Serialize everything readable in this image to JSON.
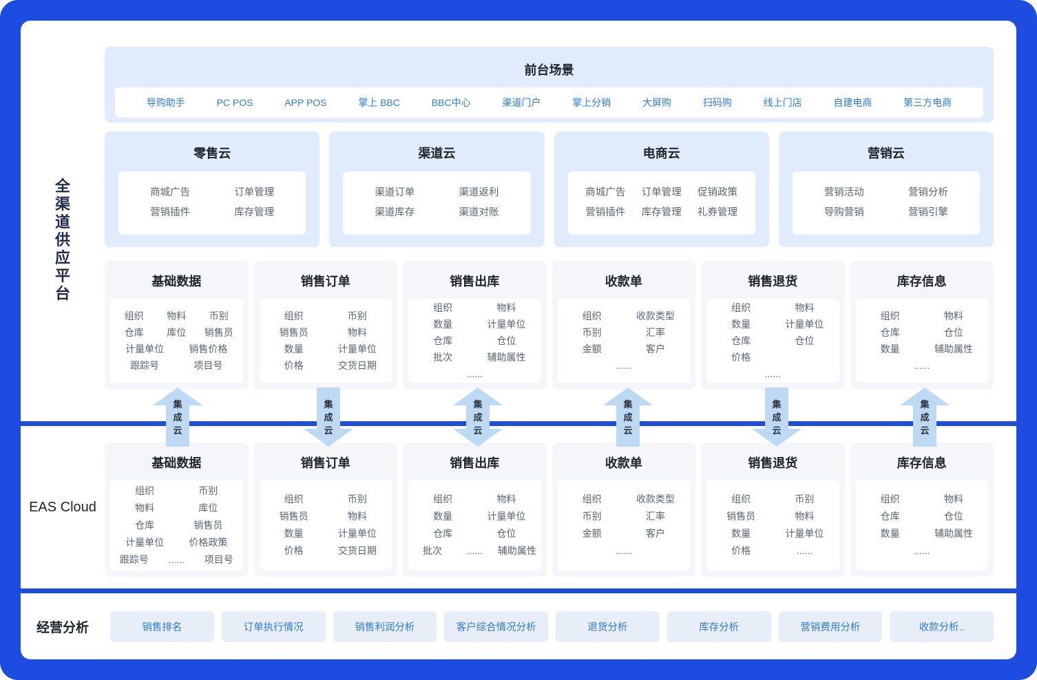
{
  "platform": {
    "label": "全渠道供应平台",
    "front_stage": {
      "title": "前台场景",
      "items": [
        "导购助手",
        "PC POS",
        "APP POS",
        "掌上 BBC",
        "BBC中心",
        "渠道门户",
        "掌上分销",
        "大屏购",
        "扫码购",
        "线上门店",
        "自建电商",
        "第三方电商"
      ]
    },
    "clouds": [
      {
        "title": "零售云",
        "rows": [
          [
            "商城广告",
            "订单管理"
          ],
          [
            "营销插件",
            "库存管理"
          ]
        ]
      },
      {
        "title": "渠道云",
        "rows": [
          [
            "渠道订单",
            "渠道返利"
          ],
          [
            "渠道库存",
            "渠道对账"
          ]
        ]
      },
      {
        "title": "电商云",
        "rows": [
          [
            "商城广告",
            "订单管理",
            "促销政策"
          ],
          [
            "营销插件",
            "库存管理",
            "礼券管理"
          ]
        ]
      },
      {
        "title": "营销云",
        "rows": [
          [
            "营销活动",
            "营销分析"
          ],
          [
            "导购营销",
            "营销引擎"
          ]
        ]
      }
    ],
    "modules": [
      {
        "title": "基础数据",
        "rows": [
          [
            "组织",
            "物料",
            "币别"
          ],
          [
            "仓库",
            "库位",
            "销售员"
          ],
          [
            "计量单位",
            "销售价格"
          ],
          [
            "跟踪号",
            "项目号"
          ]
        ]
      },
      {
        "title": "销售订单",
        "rows": [
          [
            "组织",
            "币别"
          ],
          [
            "销售员",
            "物料"
          ],
          [
            "数量",
            "计量单位"
          ],
          [
            "价格",
            "交货日期"
          ]
        ]
      },
      {
        "title": "销售出库",
        "rows": [
          [
            "组织",
            "物料"
          ],
          [
            "数量",
            "计量单位"
          ],
          [
            "仓库",
            "仓位"
          ],
          [
            "批次",
            "辅助属性"
          ],
          [
            "......"
          ]
        ]
      },
      {
        "title": "收款单",
        "rows": [
          [
            "组织",
            "收款类型"
          ],
          [
            "币别",
            "汇率"
          ],
          [
            "金额",
            "客户"
          ],
          [
            "......"
          ]
        ]
      },
      {
        "title": "销售退货",
        "rows": [
          [
            "组织",
            "物料"
          ],
          [
            "数量",
            "计量单位"
          ],
          [
            "仓库",
            "仓位"
          ],
          [
            "价格",
            ""
          ],
          [
            "......"
          ]
        ]
      },
      {
        "title": "库存信息",
        "rows": [
          [
            "组织",
            "物料"
          ],
          [
            "仓库",
            "仓位"
          ],
          [
            "数量",
            "辅助属性"
          ],
          [
            "......"
          ]
        ]
      }
    ]
  },
  "integration": {
    "label": "集成云",
    "arrows": [
      {
        "direction": "up"
      },
      {
        "direction": "down"
      },
      {
        "direction": "both"
      },
      {
        "direction": "up"
      },
      {
        "direction": "down"
      },
      {
        "direction": "up"
      }
    ]
  },
  "eas": {
    "label": "EAS Cloud",
    "modules": [
      {
        "title": "基础数据",
        "rows": [
          [
            "组织",
            "币别"
          ],
          [
            "物料",
            "库位"
          ],
          [
            "仓库",
            "销售员"
          ],
          [
            "计量单位",
            "价格政策"
          ],
          [
            "跟踪号",
            "......",
            "项目号"
          ]
        ]
      },
      {
        "title": "销售订单",
        "rows": [
          [
            "组织",
            "币别"
          ],
          [
            "销售员",
            "物料"
          ],
          [
            "数量",
            "计量单位"
          ],
          [
            "价格",
            "交货日期"
          ]
        ]
      },
      {
        "title": "销售出库",
        "rows": [
          [
            "组织",
            "物料"
          ],
          [
            "数量",
            "计量单位"
          ],
          [
            "仓库",
            "仓位"
          ],
          [
            "批次",
            "......",
            "辅助属性"
          ]
        ]
      },
      {
        "title": "收款单",
        "rows": [
          [
            "组织",
            "收款类型"
          ],
          [
            "币别",
            "汇率"
          ],
          [
            "金额",
            "客户"
          ],
          [
            "......"
          ]
        ]
      },
      {
        "title": "销售退货",
        "rows": [
          [
            "组织",
            "币别"
          ],
          [
            "销售员",
            "物料"
          ],
          [
            "数量",
            "计量单位"
          ],
          [
            "价格",
            "......"
          ]
        ]
      },
      {
        "title": "库存信息",
        "rows": [
          [
            "组织",
            "物料"
          ],
          [
            "仓库",
            "仓位"
          ],
          [
            "数量",
            "辅助属性"
          ],
          [
            "......"
          ]
        ]
      }
    ]
  },
  "analysis": {
    "label": "经营分析",
    "buttons": [
      "销售排名",
      "订单执行情况",
      "销售利润分析",
      "客户综合情况分析",
      "退货分析",
      "库存分析",
      "营销费用分析",
      "收款分析.."
    ]
  },
  "colors": {
    "frame_blue": "#1d4de0",
    "panel_light_blue": "#e0ecfb",
    "module_panel_gray": "#f4f6fa",
    "link_blue": "#2a7bea",
    "button_bg": "#e8eef8",
    "arrow_fill": "#bed9f3",
    "title_text": "#20242b",
    "item_text": "#5b6470",
    "platform_label_text": "#1e2b4f"
  }
}
